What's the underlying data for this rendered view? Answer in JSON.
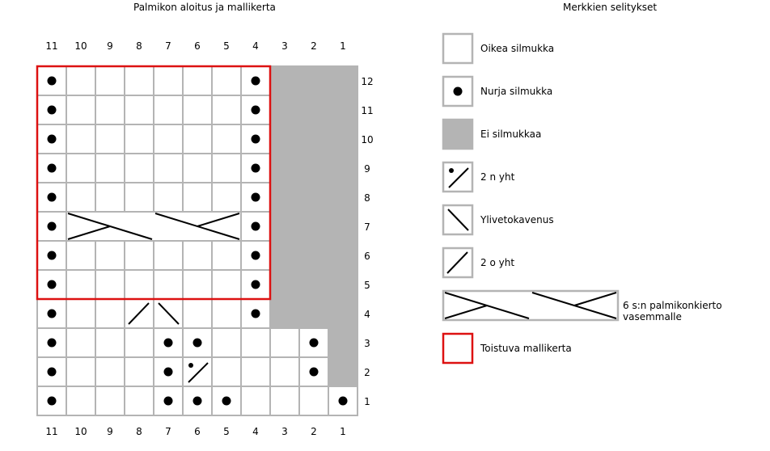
{
  "chart_title": "Palmikon aloitus ja mallikerta",
  "legend_title": "Merkkien selitykset",
  "columns": [
    "11",
    "10",
    "9",
    "8",
    "7",
    "6",
    "5",
    "4",
    "3",
    "2",
    "1"
  ],
  "rows": [
    "12",
    "11",
    "10",
    "9",
    "8",
    "7",
    "6",
    "5",
    "4",
    "3",
    "2",
    "1"
  ],
  "grid": [
    [
      "p",
      "k",
      "k",
      "k",
      "k",
      "k",
      "k",
      "p",
      "x",
      "x",
      "x"
    ],
    [
      "p",
      "k",
      "k",
      "k",
      "k",
      "k",
      "k",
      "p",
      "x",
      "x",
      "x"
    ],
    [
      "p",
      "k",
      "k",
      "k",
      "k",
      "k",
      "k",
      "p",
      "x",
      "x",
      "x"
    ],
    [
      "p",
      "k",
      "k",
      "k",
      "k",
      "k",
      "k",
      "p",
      "x",
      "x",
      "x"
    ],
    [
      "p",
      "k",
      "k",
      "k",
      "k",
      "k",
      "k",
      "p",
      "x",
      "x",
      "x"
    ],
    [
      "p",
      "c",
      "c",
      "c",
      "c",
      "c",
      "c",
      "p",
      "x",
      "x",
      "x"
    ],
    [
      "p",
      "k",
      "k",
      "k",
      "k",
      "k",
      "k",
      "p",
      "x",
      "x",
      "x"
    ],
    [
      "p",
      "k",
      "k",
      "k",
      "k",
      "k",
      "k",
      "p",
      "x",
      "x",
      "x"
    ],
    [
      "p",
      "k",
      "k",
      "ok",
      "ss",
      "k",
      "k",
      "p",
      "x",
      "x",
      "x"
    ],
    [
      "p",
      "k",
      "k",
      "k",
      "p",
      "p",
      "k",
      "k",
      "k",
      "p",
      "x"
    ],
    [
      "p",
      "k",
      "k",
      "k",
      "p",
      "np",
      "k",
      "k",
      "k",
      "p",
      "x"
    ],
    [
      "p",
      "k",
      "k",
      "k",
      "p",
      "p",
      "p",
      "k",
      "k",
      "k",
      "p"
    ]
  ],
  "repeat": {
    "columns": "11-4",
    "rows": "5-12",
    "color": "#dd1111"
  },
  "colors": {
    "grid": "#b4b4b4",
    "none": "#b4b4b4"
  },
  "legend": [
    {
      "sym": "k",
      "label": "Oikea silmukka"
    },
    {
      "sym": "p",
      "label": "Nurja silmukka"
    },
    {
      "sym": "x",
      "label": "Ei silmukkaa"
    },
    {
      "sym": "np",
      "label": "2 n yht"
    },
    {
      "sym": "ss",
      "label": "Ylivetokavenus"
    },
    {
      "sym": "ok",
      "label": "2 o yht"
    },
    {
      "sym": "c",
      "label": "6 s:n palmikonkierto vasemmalle"
    },
    {
      "sym": "r",
      "label": "Toistuva mallikerta"
    }
  ]
}
